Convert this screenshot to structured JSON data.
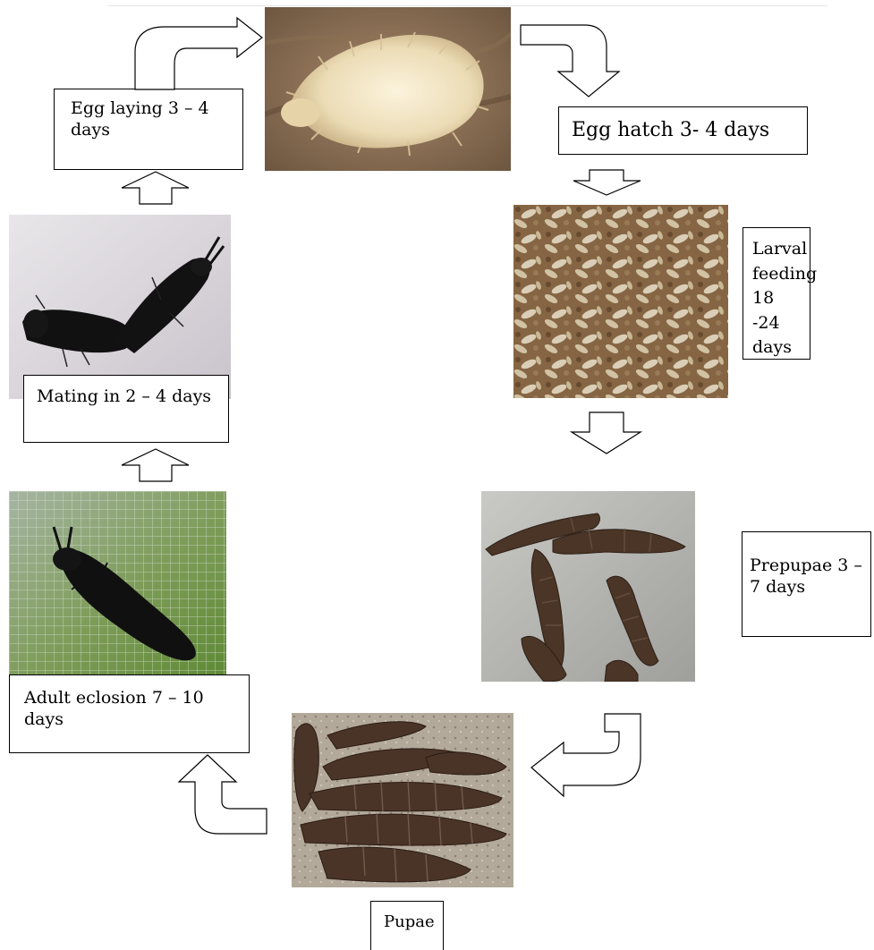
{
  "stages": {
    "egg_laying": "Egg laying 3 – 4 days",
    "egg_hatch": "Egg hatch 3- 4 days",
    "larval_feeding": "Larval feeding 18 -24 days",
    "prepupae": "Prepupae 3 – 7 days",
    "pupae": "Pupae",
    "adult_eclosion": "Adult eclosion 7 – 10 days",
    "mating": "Mating in 2 – 4 days"
  },
  "photos": {
    "egg_cluster": "egg-cluster-photo",
    "larvae": "larvae-photo",
    "prepupae": "prepupae-photo",
    "pupae": "pupae-photo",
    "adult_fly": "adult-fly-on-mesh-photo",
    "mating_flies": "mating-flies-photo"
  },
  "colors": {
    "label_border": "#000000",
    "arrow_fill": "#ffffff",
    "arrow_stroke": "#000000"
  }
}
